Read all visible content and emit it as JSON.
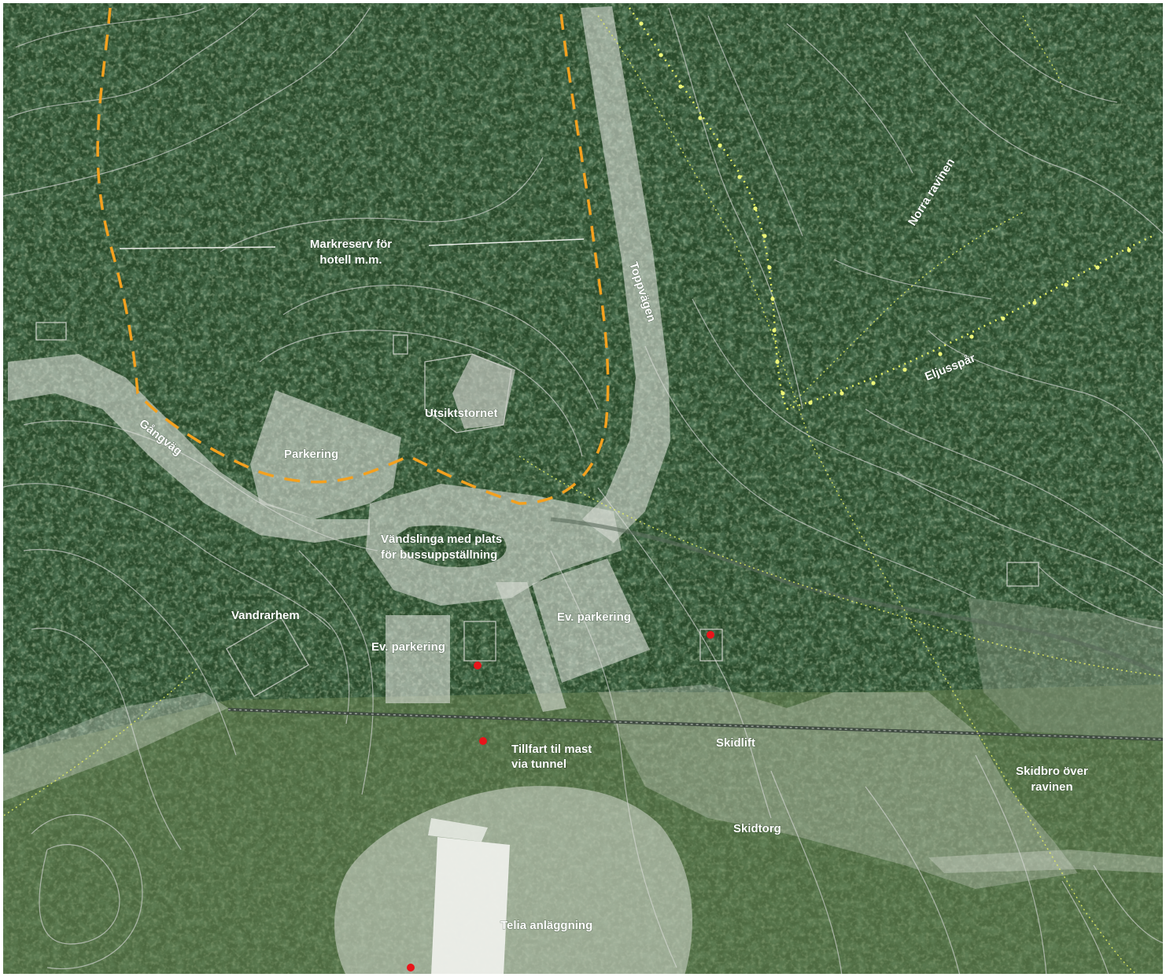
{
  "colors": {
    "forest_dark": "#1f3a22",
    "forest_mid": "#2f5430",
    "forest_light": "#4b6e45",
    "clearing": "#5f7a4e",
    "overlay_area": "#d9dcd6",
    "boundary_dashed": "#f4a11f",
    "eljus_trail": "#e6f062",
    "contour": "#c9ccc8",
    "poi": "#e8141a",
    "label": "#ffffff"
  },
  "labels": {
    "markreserv": [
      "Markreserv för",
      "hotell m.m."
    ],
    "toppvagen": "Toppvägen",
    "norra_ravinen": "Norra ravinen",
    "eljusspar": "Eljusspår",
    "utsiktstornet": "Utsiktstornet",
    "parkering": "Parkering",
    "gangvag": "Gångväg",
    "vandslinga": [
      "Vändslinga med plats",
      "för bussuppställning"
    ],
    "vandrarhem": "Vandrarhem",
    "ev_parkering_west": "Ev. parkering",
    "ev_parkering_east": "Ev. parkering",
    "tillfart": [
      "Tillfart til mast",
      "via tunnel"
    ],
    "skidlift": "Skidlift",
    "skidbro": [
      "Skidbro över",
      "ravinen"
    ],
    "skidtorg": "Skidtorg",
    "telia": "Telia anläggning"
  },
  "icons": {
    "poi_marker": "red-dot-icon"
  }
}
